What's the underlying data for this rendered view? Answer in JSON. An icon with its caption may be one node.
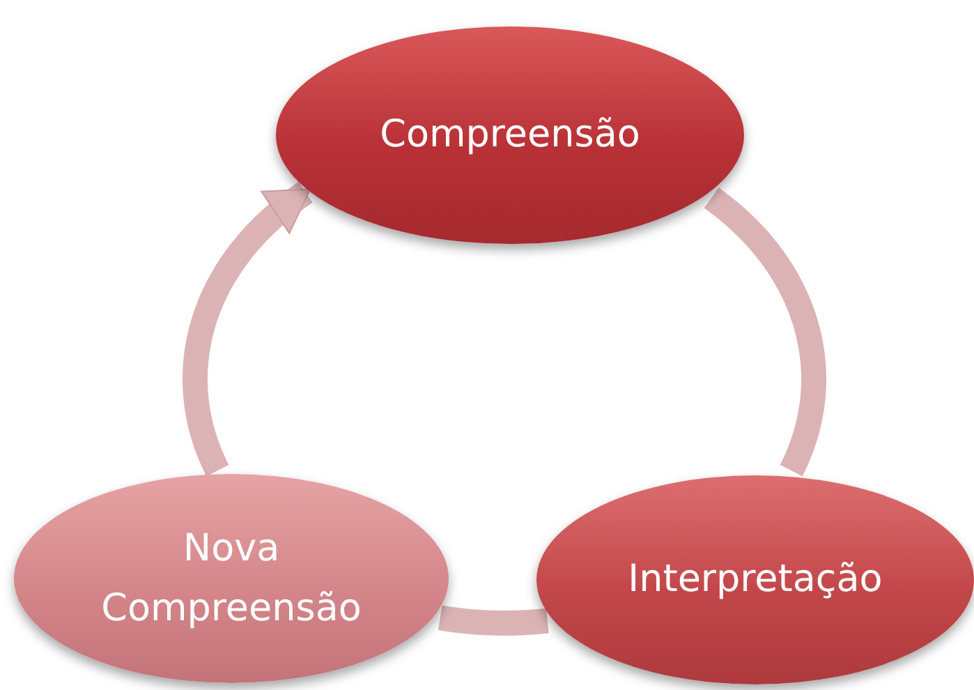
{
  "diagram": {
    "nodes": [
      {
        "text": [
          "Compreensão"
        ]
      },
      {
        "text": [
          "Interpretação"
        ]
      },
      {
        "text": [
          "Nova Compreensão"
        ]
      }
    ],
    "edges": [
      {
        "from": 0,
        "to": 1,
        "arrow": "none"
      },
      {
        "from": 1,
        "to": 2,
        "arrow": "none"
      },
      {
        "from": 2,
        "to": 0,
        "arrow": "to"
      }
    ]
  }
}
